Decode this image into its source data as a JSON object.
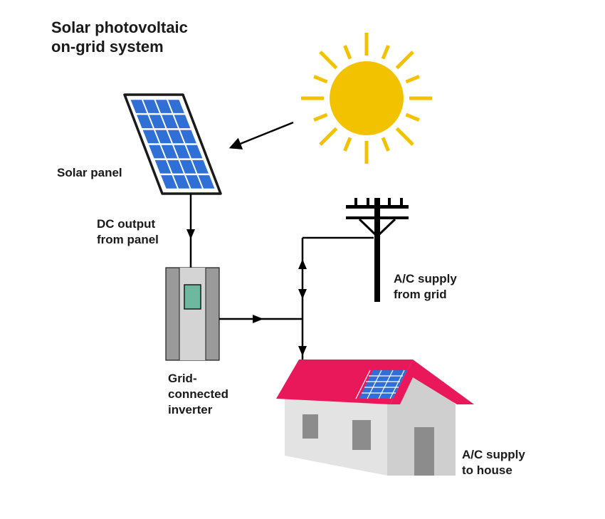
{
  "title": [
    "Solar photovoltaic",
    "on-grid system"
  ],
  "labels": {
    "solar_panel": [
      "Solar panel"
    ],
    "dc_output": [
      "DC output",
      "from panel"
    ],
    "inverter": [
      "Grid-",
      "connected",
      "inverter"
    ],
    "grid": [
      "A/C supply",
      "from grid"
    ],
    "house": [
      "A/C supply",
      "to house"
    ]
  },
  "colors": {
    "sun": "#F2C200",
    "panel_cell": "#2F6FD6",
    "panel_frame": "#1a1a1a",
    "roof": "#E8185A",
    "wall_front": "#E3E3E3",
    "wall_side": "#CFCFCF",
    "window": "#8C8C8C",
    "inverter_side": "#9A9A9A",
    "inverter_center": "#D4D4D4",
    "inverter_screen": "#6FB8A0",
    "line": "#000000"
  }
}
